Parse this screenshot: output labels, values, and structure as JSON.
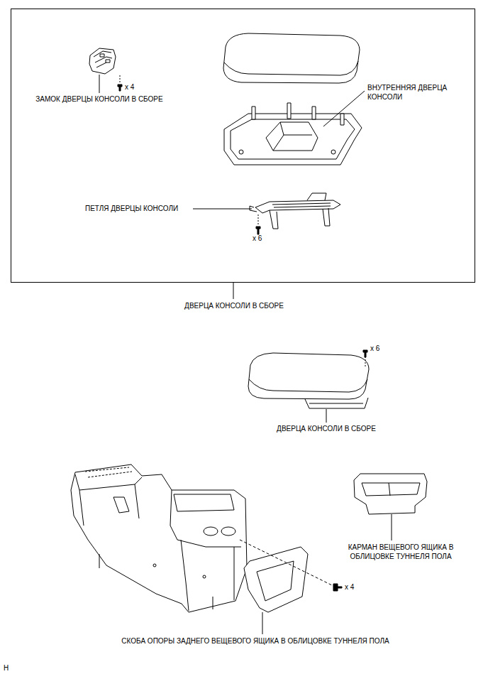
{
  "diagram": {
    "nodes": [
      {
        "text": [
          "ДВЕРЦА КОНСОЛИ В СБОРЕ"
        ]
      }
    ],
    "labels": [
      "x 4",
      "ЗАМОК ДВЕРЦЫ КОНСОЛИ В СБОРЕ",
      "ВНУТРЕННЯЯ ДВЕРЦА КОНСОЛИ",
      "ПЕТЛЯ ДВЕРЦЫ КОНСОЛИ",
      "x 6",
      "x 6",
      "ДВЕРЦА КОНСОЛИ В СБОРЕ",
      "КАРМАН ВЕЩЕВОГО ЯЩИКА В ОБЛИЦОВКЕ ТУННЕЛЯ ПОЛА",
      "x 4",
      "СКОБА ОПОРЫ ЗАДНЕГО ВЕЩЕВОГО ЯЩИКА В ОБЛИЦОВКЕ ТУННЕЛЯ ПОЛА",
      "H"
    ]
  }
}
